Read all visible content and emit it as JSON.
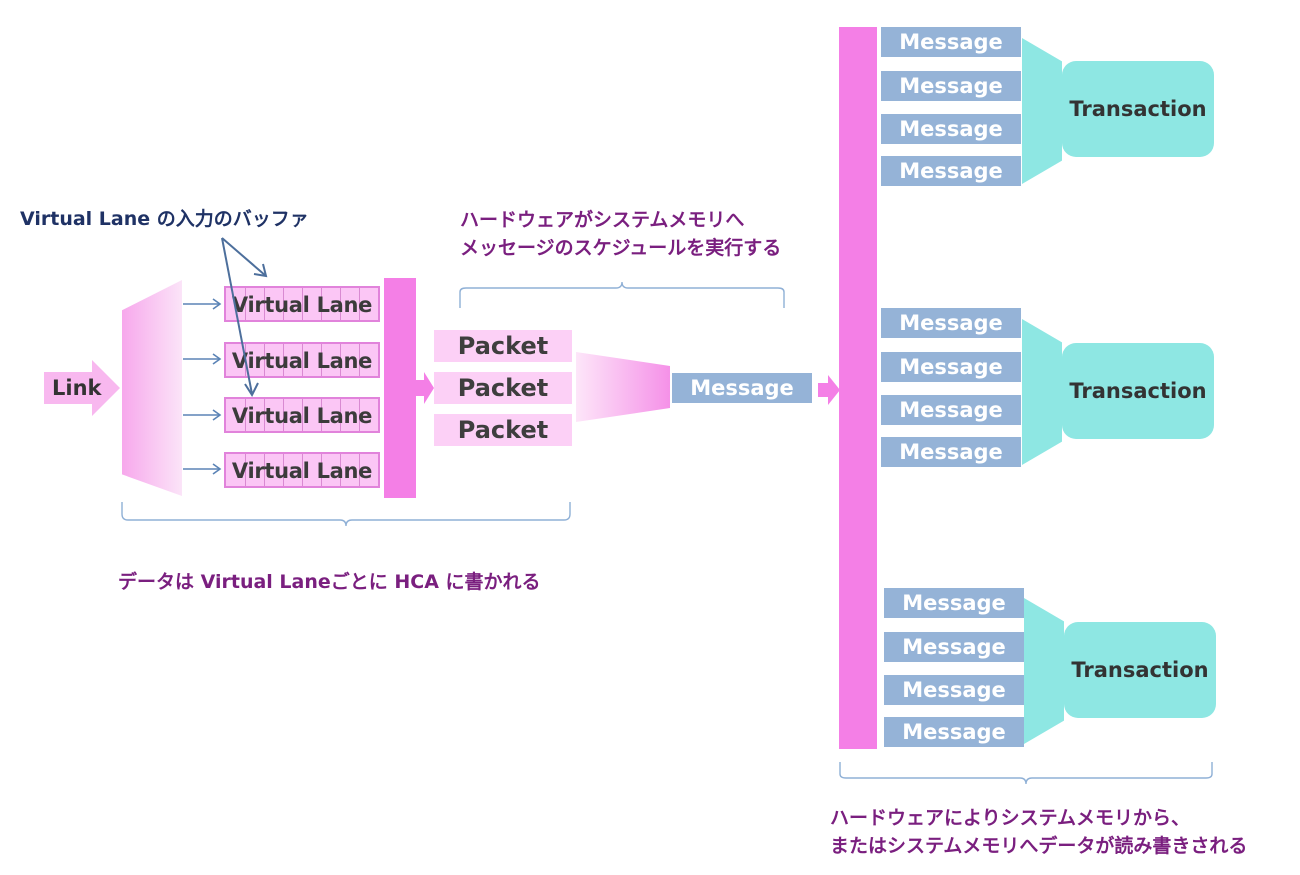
{
  "input_side": {
    "link_label": "Link",
    "buffer_caption": "Virtual Lane の入力のバッファ",
    "lanes": [
      "Virtual Lane",
      "Virtual Lane",
      "Virtual Lane",
      "Virtual Lane"
    ],
    "packets": [
      "Packet",
      "Packet",
      "Packet"
    ],
    "message": "Message",
    "schedule_caption": [
      "ハードウェアがシステムメモリへ",
      "メッセージのスケジュールを実行する"
    ],
    "write_caption": "データは Virtual Laneごとに HCA に書かれる"
  },
  "output_side": {
    "groups": [
      {
        "messages": [
          "Message",
          "Message",
          "Message",
          "Message"
        ],
        "transaction": "Transaction"
      },
      {
        "messages": [
          "Message",
          "Message",
          "Message",
          "Message"
        ],
        "transaction": "Transaction"
      },
      {
        "messages": [
          "Message",
          "Message",
          "Message",
          "Message"
        ],
        "transaction": "Transaction"
      }
    ],
    "readwrite_caption": [
      "ハードウェアによりシステムメモリから、",
      "またはシステムメモリへデータが読み書きされる"
    ]
  },
  "colors": {
    "pink": "#f47fe6",
    "light_pink": "#fbc6f5",
    "message_blue": "#95b3d7",
    "transaction_cyan": "#8ee7e3",
    "caption_purple": "#7a1f7f",
    "caption_navy": "#1f3265"
  }
}
